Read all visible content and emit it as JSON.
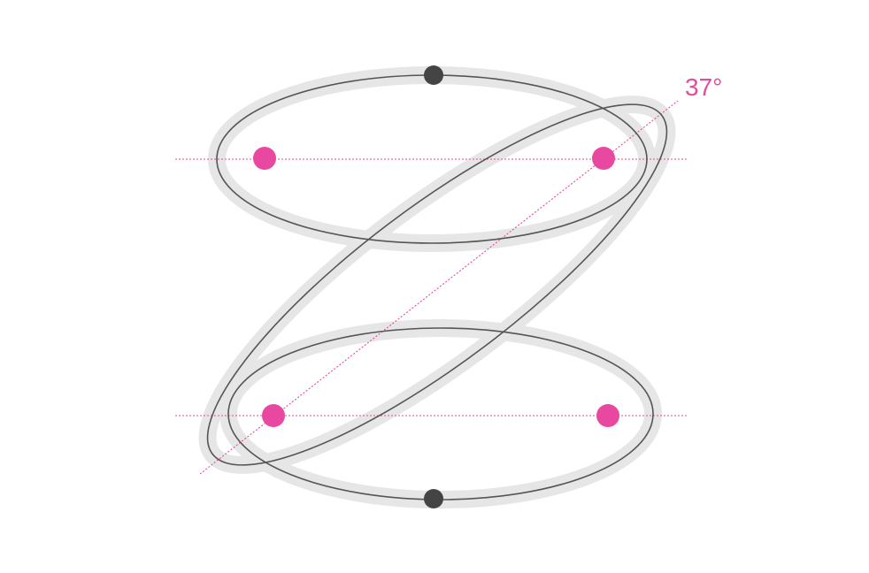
{
  "diagram": {
    "angle_label": "37°",
    "colors": {
      "guide": "#e8489f",
      "focus_point": "#e8489f",
      "anchor_point": "#444444",
      "outline": "#555555",
      "halo": "#e6e6e6",
      "background": "#ffffff"
    },
    "elements": {
      "ellipses": [
        "top-ellipse",
        "bottom-ellipse",
        "diagonal-ellipse"
      ],
      "points": [
        "top-anchor-point",
        "bottom-anchor-point",
        "upper-left-focus",
        "upper-right-focus",
        "lower-left-focus",
        "lower-right-focus"
      ]
    }
  }
}
